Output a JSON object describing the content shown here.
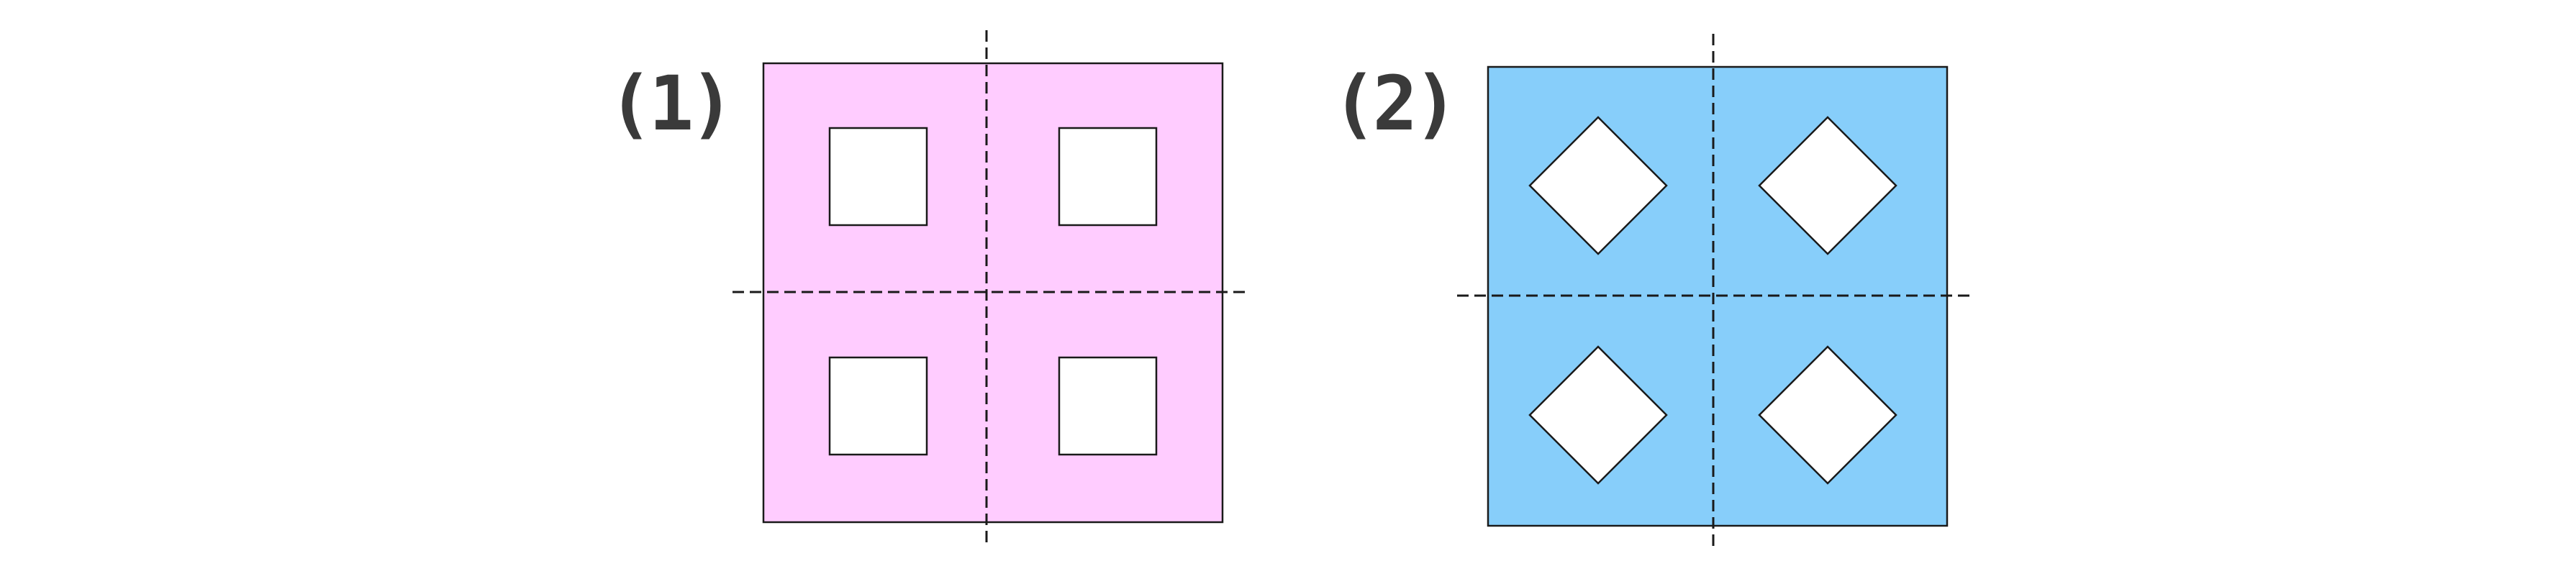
{
  "figures": [
    {
      "label": "(1)",
      "fill_color": "#ffccff",
      "hole_shape": "square"
    },
    {
      "label": "(2)",
      "fill_color": "#87cefa",
      "hole_shape": "diamond"
    }
  ],
  "colors": {
    "outline": "#1a1a1a",
    "hole": "#ffffff",
    "axis": "#1a1a1a",
    "label": "#3a3a3a"
  }
}
